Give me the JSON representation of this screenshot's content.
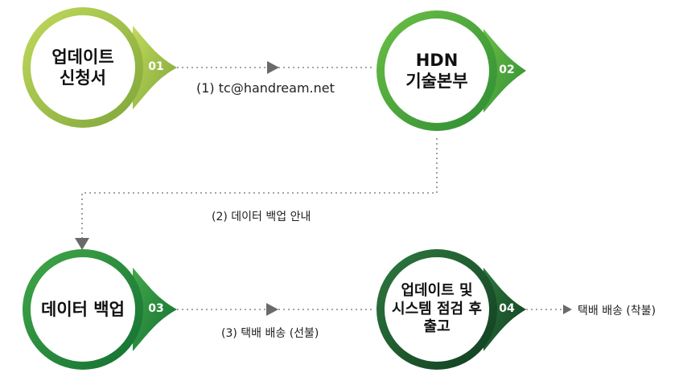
{
  "steps": [
    {
      "number": "01",
      "title": "업데이트\n신청서"
    },
    {
      "number": "02",
      "title": "HDN\n기술본부"
    },
    {
      "number": "03",
      "title": "데이터 백업"
    },
    {
      "number": "04",
      "title": "업데이트 및\n시스템 점검 후\n출고"
    }
  ],
  "connectors": {
    "c1": "(1) tc@handream.net",
    "c2": "(2) 데이터 백업 안내",
    "c3": "(3) 택배 배송 (선불)",
    "c4": "택배 배송 (착불)"
  },
  "colors": {
    "step1": "#9bbf4a",
    "step2": "#3aa03c",
    "step3": "#1f8a3c",
    "step4": "#1d5a30",
    "connector": "#888888"
  }
}
